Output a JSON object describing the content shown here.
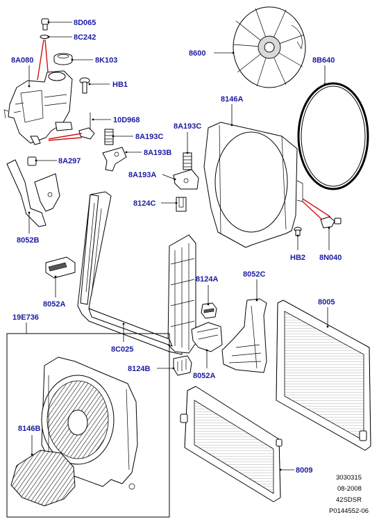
{
  "labels": {
    "p8D065": "8D065",
    "p8C242": "8C242",
    "p8A080": "8A080",
    "p8K103": "8K103",
    "pHB1": "HB1",
    "p10D968": "10D968",
    "p8A193C_a": "8A193C",
    "p8A193C_b": "8A193C",
    "p8A193B": "8A193B",
    "p8A193A": "8A193A",
    "p8A297": "8A297",
    "p8052B": "8052B",
    "p8052A_a": "8052A",
    "p8600": "8600",
    "p8B640": "8B640",
    "p8146A": "8146A",
    "p8124C": "8124C",
    "pHB2": "HB2",
    "p8N040": "8N040",
    "p8124A": "8124A",
    "p8052C": "8052C",
    "p8005": "8005",
    "p19E736": "19E736",
    "p8C025": "8C025",
    "p8124B": "8124B",
    "p8052A_b": "8052A",
    "p8146B": "8146B",
    "p8009": "8009"
  },
  "footer": {
    "line1": "3030315",
    "line2": "08-2008",
    "line3": "42SDSR",
    "line4": "P0144552-06"
  },
  "colors": {
    "label": "#1a1aa0",
    "callout_red": "#d01010",
    "line": "#000000"
  }
}
